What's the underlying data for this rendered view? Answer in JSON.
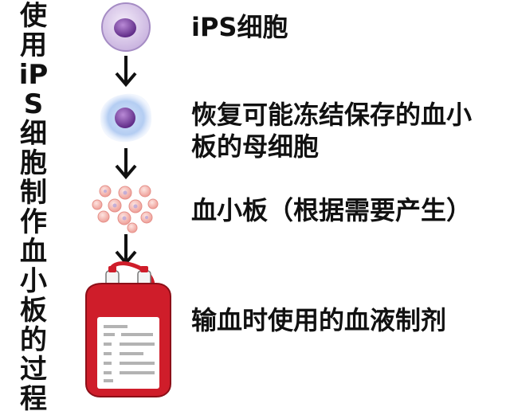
{
  "title": "使用iPS细胞制作血小板的过程",
  "steps": [
    {
      "label": "iPS细胞",
      "icon": "ips-cell-icon"
    },
    {
      "label": "恢复可能冻结保存的血小板的母细胞",
      "icon": "megakaryocyte-icon"
    },
    {
      "label": "血小板（根据需要产生）",
      "icon": "platelets-icon"
    },
    {
      "label": "输血时使用的血液制剂",
      "icon": "blood-bag-icon"
    }
  ],
  "colors": {
    "cell_fill": "#d9c8e9",
    "cell_nucleus": "#7e3fa6",
    "glow": "#aac6ef",
    "platelet": "#f2b6b0",
    "bag_red": "#cf1d2a",
    "arrow": "#111111"
  }
}
